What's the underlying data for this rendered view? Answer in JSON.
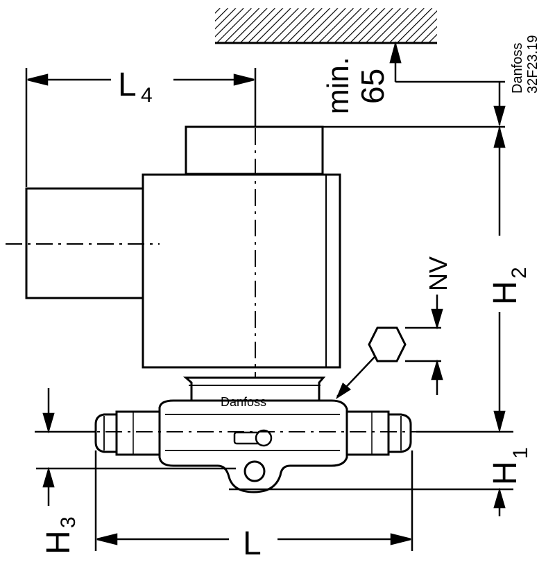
{
  "labels": {
    "l4": "L",
    "l4_sub": "4",
    "l": "L",
    "h1": "H",
    "h1_sub": "1",
    "h2": "H",
    "h2_sub": "2",
    "h3": "H",
    "h3_sub": "3",
    "nv": "NV",
    "min": "min.",
    "min_value": "65",
    "brand_body": "Danfoss",
    "ref_brand": "Danfoss",
    "ref_code": "32F23.19"
  },
  "colors": {
    "line": "#000000",
    "background": "#ffffff"
  }
}
